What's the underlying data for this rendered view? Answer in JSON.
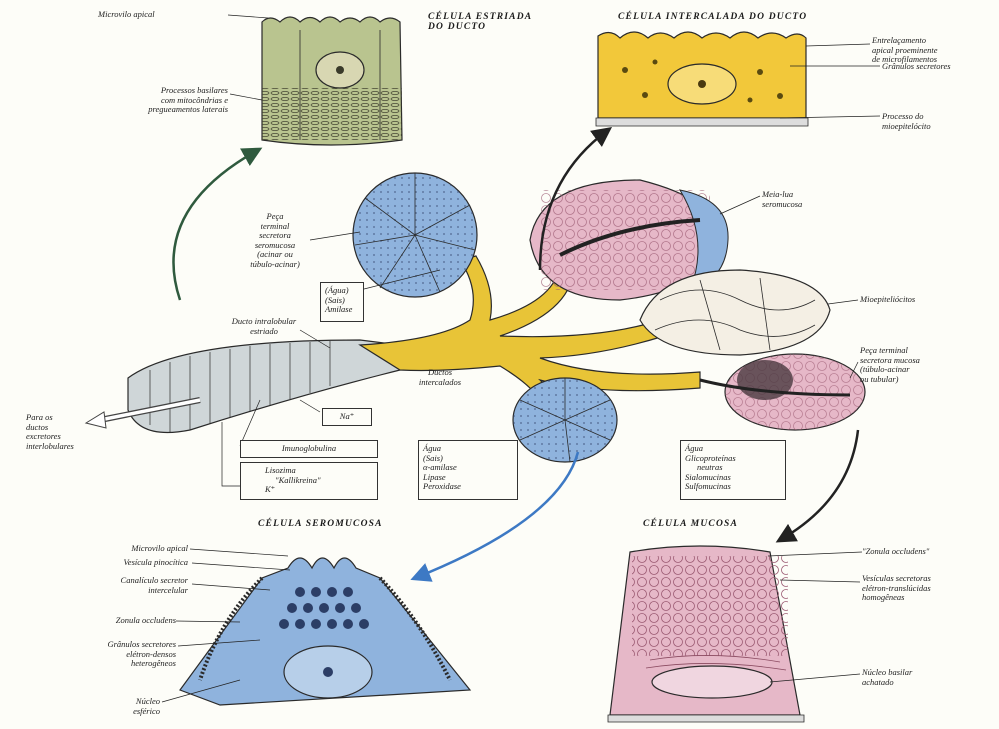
{
  "headings": {
    "striated": [
      "CÉLULA ESTRIADA",
      "DO DUCTO"
    ],
    "intercalated": "CÉLULA INTERCALADA DO DUCTO",
    "seromucous": "CÉLULA SEROMUCOSA",
    "mucous": "CÉLULA MUCOSA"
  },
  "labels": {
    "striated_microvili": "Microvilo apical",
    "striated_basal": [
      "Processos basilares",
      "com mitocôndrias e",
      "pregueamentos laterais"
    ],
    "intercalated_apical": [
      "Entrelaçamento",
      "apical proeminente",
      "de microfilamentos"
    ],
    "intercalated_granules": "Grânulos secretores",
    "intercalated_myo": [
      "Processo do",
      "mioepitelócito"
    ],
    "serous_endpiece": [
      "Peça",
      "terminal",
      "secretora",
      "seromucosa",
      "(acinar ou",
      "túbulo-acinar)"
    ],
    "demilune": [
      "Meia-lua",
      "seromucosa"
    ],
    "myoepithelial": "Mioepiteliócitos",
    "mucous_endpiece": [
      "Peça terminal",
      "secretora mucosa",
      "(túbulo-acinar",
      "ou tubular)"
    ],
    "striated_duct": [
      "Ducto intralobular",
      "estriado"
    ],
    "intercalated_ducts": [
      "Ductos",
      "intercalados"
    ],
    "excretory": [
      "Para os",
      "ductos",
      "excretores",
      "interlobulares"
    ],
    "sero_microvilo": "Microvilo apical",
    "sero_pinocytic": "Vesícula pinocítica",
    "sero_canaliculus": [
      "Canalículo secretor",
      "intercelular"
    ],
    "sero_zonula": "Zonula occludens",
    "sero_granules": [
      "Grânulos secretores",
      "elétron-densos",
      "heterogêneos"
    ],
    "sero_nucleus": [
      "Núcleo",
      "esférico"
    ],
    "muc_zonula": "\"Zonula occludens\"",
    "muc_vesicles": [
      "Vesículas secretoras",
      "elétron-translúcidas",
      "homogêneas"
    ],
    "muc_nucleus": [
      "Núcleo basilar",
      "achatado"
    ]
  },
  "boxes": {
    "acinus_secretion": [
      "(Água)",
      "(Sais)",
      "Amilase"
    ],
    "sodium": "Na⁺",
    "immunoglobulin": "Imunoglobulina",
    "lysozyme": [
      "Lisozima",
      "\"Kallikreina\"",
      "K⁺"
    ],
    "serous_secretion": [
      "Água",
      "(Sais)",
      "α-amilase",
      "Lipase",
      "Peroxidase"
    ],
    "mucous_secretion": [
      "Água",
      "Glicoproteínas",
      "neutras",
      "Sialomucinas",
      "Sulfomucinas"
    ]
  },
  "colors": {
    "serous_blue": "#8fb3dd",
    "duct_yellow": "#e8c437",
    "mucous_pink": "#e6b8c8",
    "striated_green": "#b9c48f",
    "ink": "#2a2a2a"
  }
}
